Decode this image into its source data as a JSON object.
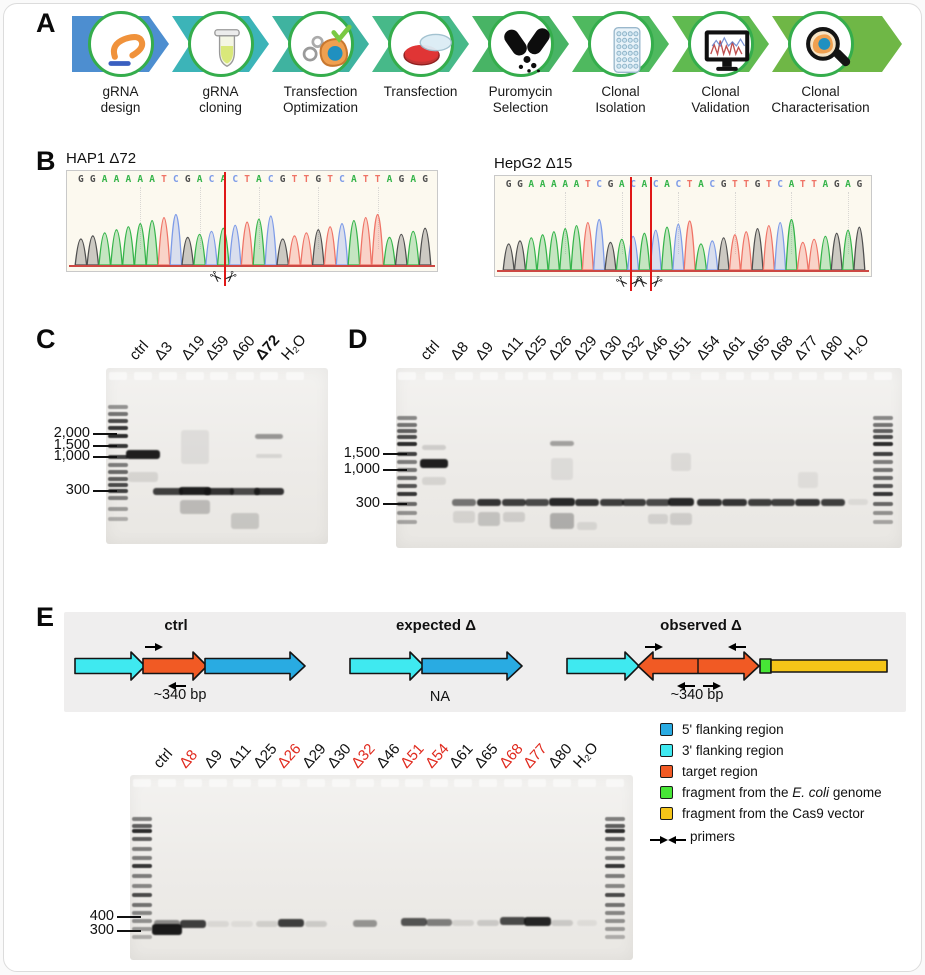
{
  "panel_labels": {
    "a": "A",
    "b": "B",
    "c": "C",
    "d": "D",
    "e": "E"
  },
  "workflow": {
    "steps": [
      {
        "icon": "grna-design-icon",
        "lines": [
          "gRNA",
          "design"
        ]
      },
      {
        "icon": "grna-cloning-icon",
        "lines": [
          "gRNA",
          "cloning"
        ]
      },
      {
        "icon": "transfection-optimization-icon",
        "lines": [
          "Transfection",
          "Optimization"
        ]
      },
      {
        "icon": "transfection-icon",
        "lines": [
          "Transfection"
        ]
      },
      {
        "icon": "puromycin-selection-icon",
        "lines": [
          "Puromycin",
          "Selection"
        ]
      },
      {
        "icon": "clonal-isolation-icon",
        "lines": [
          "Clonal",
          "Isolation"
        ]
      },
      {
        "icon": "clonal-validation-icon",
        "lines": [
          "Clonal",
          "Validation"
        ]
      },
      {
        "icon": "clonal-characterisation-icon",
        "lines": [
          "Clonal",
          "Characterisation"
        ]
      }
    ],
    "colors": [
      "#4d8ed0",
      "#3cb4b8",
      "#3fb3a0",
      "#47b989",
      "#48b465",
      "#4fb95f",
      "#60ba50",
      "#6fb746"
    ]
  },
  "chromatograms": {
    "base_colors": {
      "A": "#35b44a",
      "C": "#7d9be8",
      "G": "#4f4f4f",
      "T": "#ef7366"
    },
    "samples": [
      {
        "title": "HAP1 Δ72",
        "sequence": "GGAAAAATCGACACTACGTTGTCATTAGAG",
        "cut_fracs": [
          0.42
        ]
      },
      {
        "title": "HepG2 Δ15",
        "sequence": "GGAAAAATCGACACACTACGTTGTCATTAGAG",
        "cut_fracs": [
          0.353,
          0.409
        ]
      }
    ]
  },
  "gel_c": {
    "markers": [
      {
        "label": "2,000",
        "y": 0.375
      },
      {
        "label": "1,500",
        "y": 0.445
      },
      {
        "label": "1,000",
        "y": 0.505
      },
      {
        "label": "300",
        "y": 0.7
      }
    ],
    "ladders": [
      0.055
    ],
    "lanes": [
      {
        "label": "ctrl",
        "x": 0.165,
        "bands": [
          {
            "y": 0.49,
            "o": 0.95,
            "h": 9,
            "w": 34
          },
          {
            "y": 0.62,
            "o": 0.1,
            "h": 10,
            "w": 30
          }
        ]
      },
      {
        "label": "Δ3",
        "x": 0.28,
        "bands": [
          {
            "y": 0.7,
            "o": 0.8,
            "h": 7,
            "w": 30
          }
        ]
      },
      {
        "label": "Δ19",
        "x": 0.4,
        "bands": [
          {
            "y": 0.7,
            "o": 0.95,
            "h": 8,
            "w": 32
          },
          {
            "y": 0.79,
            "o": 0.22,
            "h": 14,
            "w": 30
          },
          {
            "y": 0.45,
            "o": 0.07,
            "h": 34,
            "w": 28
          }
        ]
      },
      {
        "label": "Δ59",
        "x": 0.51,
        "bands": [
          {
            "y": 0.7,
            "o": 0.85,
            "h": 7,
            "w": 30
          }
        ]
      },
      {
        "label": "Δ60",
        "x": 0.625,
        "bands": [
          {
            "y": 0.7,
            "o": 0.75,
            "h": 7,
            "w": 30
          },
          {
            "y": 0.87,
            "o": 0.16,
            "h": 16,
            "w": 28
          }
        ]
      },
      {
        "label": "Δ72",
        "bold": true,
        "x": 0.735,
        "bands": [
          {
            "y": 0.7,
            "o": 0.85,
            "h": 7,
            "w": 30
          },
          {
            "y": 0.39,
            "o": 0.4,
            "h": 5,
            "w": 28
          },
          {
            "y": 0.5,
            "o": 0.1,
            "h": 4,
            "w": 26
          }
        ]
      },
      {
        "label": "H₂O",
        "x": 0.85,
        "bands": []
      }
    ]
  },
  "gel_d": {
    "markers": [
      {
        "label": "1,500",
        "y": 0.48
      },
      {
        "label": "1,000",
        "y": 0.565
      },
      {
        "label": "300",
        "y": 0.755
      }
    ],
    "ladders": [
      0.022,
      0.962
    ],
    "lanes": [
      {
        "label": "ctrl",
        "x": 0.075,
        "bands": [
          {
            "y": 0.53,
            "o": 0.95,
            "h": 9,
            "w": 28
          },
          {
            "y": 0.44,
            "o": 0.14,
            "h": 5,
            "w": 24
          },
          {
            "y": 0.63,
            "o": 0.1,
            "h": 8,
            "w": 24
          }
        ]
      },
      {
        "label": "Δ8",
        "x": 0.135,
        "bands": [
          {
            "y": 0.745,
            "o": 0.55,
            "h": 7,
            "w": 24
          },
          {
            "y": 0.83,
            "o": 0.1,
            "h": 12,
            "w": 22
          }
        ]
      },
      {
        "label": "Δ9",
        "x": 0.184,
        "bands": [
          {
            "y": 0.745,
            "o": 0.85,
            "h": 7,
            "w": 24
          },
          {
            "y": 0.84,
            "o": 0.18,
            "h": 14,
            "w": 22
          }
        ]
      },
      {
        "label": "Δ11",
        "x": 0.233,
        "bands": [
          {
            "y": 0.745,
            "o": 0.8,
            "h": 7,
            "w": 24
          },
          {
            "y": 0.83,
            "o": 0.13,
            "h": 10,
            "w": 22
          }
        ]
      },
      {
        "label": "Δ25",
        "x": 0.279,
        "bands": [
          {
            "y": 0.745,
            "o": 0.75,
            "h": 7,
            "w": 24
          }
        ]
      },
      {
        "label": "Δ26",
        "x": 0.329,
        "bands": [
          {
            "y": 0.745,
            "o": 0.9,
            "h": 8,
            "w": 26
          },
          {
            "y": 0.42,
            "o": 0.35,
            "h": 5,
            "w": 24
          },
          {
            "y": 0.85,
            "o": 0.28,
            "h": 16,
            "w": 24
          },
          {
            "y": 0.56,
            "o": 0.07,
            "h": 22,
            "w": 22
          }
        ]
      },
      {
        "label": "Δ29",
        "x": 0.378,
        "bands": [
          {
            "y": 0.745,
            "o": 0.85,
            "h": 7,
            "w": 24
          },
          {
            "y": 0.88,
            "o": 0.09,
            "h": 8,
            "w": 20
          }
        ]
      },
      {
        "label": "Δ30",
        "x": 0.426,
        "bands": [
          {
            "y": 0.745,
            "o": 0.8,
            "h": 7,
            "w": 24
          }
        ]
      },
      {
        "label": "Δ32",
        "x": 0.471,
        "bands": [
          {
            "y": 0.745,
            "o": 0.8,
            "h": 7,
            "w": 24
          }
        ]
      },
      {
        "label": "Δ46",
        "x": 0.517,
        "bands": [
          {
            "y": 0.745,
            "o": 0.75,
            "h": 7,
            "w": 24
          },
          {
            "y": 0.84,
            "o": 0.11,
            "h": 10,
            "w": 20
          }
        ]
      },
      {
        "label": "Δ51",
        "x": 0.564,
        "bands": [
          {
            "y": 0.745,
            "o": 0.9,
            "h": 8,
            "w": 26
          },
          {
            "y": 0.52,
            "o": 0.08,
            "h": 18,
            "w": 20
          },
          {
            "y": 0.84,
            "o": 0.13,
            "h": 12,
            "w": 22
          }
        ]
      },
      {
        "label": "Δ54",
        "x": 0.62,
        "bands": [
          {
            "y": 0.745,
            "o": 0.85,
            "h": 7,
            "w": 25
          }
        ]
      },
      {
        "label": "Δ61",
        "x": 0.669,
        "bands": [
          {
            "y": 0.745,
            "o": 0.85,
            "h": 7,
            "w": 25
          }
        ]
      },
      {
        "label": "Δ65",
        "x": 0.719,
        "bands": [
          {
            "y": 0.745,
            "o": 0.8,
            "h": 7,
            "w": 24
          }
        ]
      },
      {
        "label": "Δ68",
        "x": 0.764,
        "bands": [
          {
            "y": 0.745,
            "o": 0.8,
            "h": 7,
            "w": 24
          }
        ]
      },
      {
        "label": "Δ77",
        "x": 0.814,
        "bands": [
          {
            "y": 0.745,
            "o": 0.85,
            "h": 7,
            "w": 25
          },
          {
            "y": 0.62,
            "o": 0.06,
            "h": 16,
            "w": 20
          }
        ]
      },
      {
        "label": "Δ80",
        "x": 0.863,
        "bands": [
          {
            "y": 0.745,
            "o": 0.8,
            "h": 7,
            "w": 24
          }
        ]
      },
      {
        "label": "H₂O",
        "x": 0.913,
        "bands": [
          {
            "y": 0.745,
            "o": 0.07,
            "h": 6,
            "w": 20
          }
        ]
      }
    ]
  },
  "schematic": {
    "constructs": [
      {
        "title": "ctrl",
        "caption": "~340 bp"
      },
      {
        "title": "expected Δ",
        "caption": "NA"
      },
      {
        "title": "observed Δ",
        "caption": "~340 bp"
      }
    ],
    "colors": {
      "flank5": "#29abe2",
      "flank3": "#3fe9f0",
      "target": "#f15a24",
      "ecoli": "#47e636",
      "cas9": "#f5c518"
    }
  },
  "legend": {
    "items": [
      {
        "swatch": "#29abe2",
        "label": "5' flanking region"
      },
      {
        "swatch": "#3fe9f0",
        "label": "3' flanking region"
      },
      {
        "swatch": "#f15a24",
        "label": "target region"
      },
      {
        "swatch": "#47e636",
        "pre": "fragment from the ",
        "italic": "E. coli",
        "post": " genome"
      },
      {
        "swatch": "#f5c518",
        "label": "fragment from the Cas9 vector"
      },
      {
        "primers": true,
        "label": "primers"
      }
    ]
  },
  "gel_e": {
    "markers": [
      {
        "label": "400",
        "y": 0.765
      },
      {
        "label": "300",
        "y": 0.845
      }
    ],
    "ladders": [
      0.024,
      0.965
    ],
    "lanes": [
      {
        "label": "ctrl",
        "x": 0.073,
        "bands": [
          {
            "y": 0.835,
            "o": 0.97,
            "h": 11,
            "w": 30
          },
          {
            "y": 0.8,
            "o": 0.45,
            "h": 6,
            "w": 26
          }
        ]
      },
      {
        "label": "Δ8",
        "red": true,
        "x": 0.125,
        "bands": [
          {
            "y": 0.805,
            "o": 0.8,
            "h": 8,
            "w": 26
          }
        ]
      },
      {
        "label": "Δ9",
        "x": 0.174,
        "bands": [
          {
            "y": 0.805,
            "o": 0.08,
            "h": 6,
            "w": 22
          }
        ]
      },
      {
        "label": "Δ11",
        "x": 0.223,
        "bands": [
          {
            "y": 0.805,
            "o": 0.06,
            "h": 6,
            "w": 22
          }
        ]
      },
      {
        "label": "Δ25",
        "x": 0.272,
        "bands": [
          {
            "y": 0.805,
            "o": 0.12,
            "h": 6,
            "w": 22
          }
        ]
      },
      {
        "label": "Δ26",
        "red": true,
        "x": 0.321,
        "bands": [
          {
            "y": 0.8,
            "o": 0.8,
            "h": 8,
            "w": 26
          }
        ]
      },
      {
        "label": "Δ29",
        "x": 0.37,
        "bands": [
          {
            "y": 0.805,
            "o": 0.14,
            "h": 6,
            "w": 22
          }
        ]
      },
      {
        "label": "Δ30",
        "x": 0.419,
        "bands": []
      },
      {
        "label": "Δ32",
        "red": true,
        "x": 0.468,
        "bands": [
          {
            "y": 0.8,
            "o": 0.4,
            "h": 7,
            "w": 24
          }
        ]
      },
      {
        "label": "Δ46",
        "x": 0.516,
        "bands": []
      },
      {
        "label": "Δ51",
        "red": true,
        "x": 0.565,
        "bands": [
          {
            "y": 0.795,
            "o": 0.7,
            "h": 8,
            "w": 26
          }
        ]
      },
      {
        "label": "Δ54",
        "red": true,
        "x": 0.614,
        "bands": [
          {
            "y": 0.795,
            "o": 0.5,
            "h": 7,
            "w": 26
          }
        ]
      },
      {
        "label": "Δ61",
        "x": 0.663,
        "bands": [
          {
            "y": 0.8,
            "o": 0.1,
            "h": 6,
            "w": 22
          }
        ]
      },
      {
        "label": "Δ65",
        "x": 0.712,
        "bands": [
          {
            "y": 0.8,
            "o": 0.15,
            "h": 6,
            "w": 22
          }
        ]
      },
      {
        "label": "Δ68",
        "red": true,
        "x": 0.761,
        "bands": [
          {
            "y": 0.79,
            "o": 0.75,
            "h": 8,
            "w": 26
          }
        ]
      },
      {
        "label": "Δ77",
        "red": true,
        "x": 0.81,
        "bands": [
          {
            "y": 0.79,
            "o": 0.92,
            "h": 9,
            "w": 27
          }
        ]
      },
      {
        "label": "Δ80",
        "x": 0.859,
        "bands": [
          {
            "y": 0.8,
            "o": 0.15,
            "h": 6,
            "w": 22
          }
        ]
      },
      {
        "label": "H₂O",
        "x": 0.908,
        "bands": [
          {
            "y": 0.8,
            "o": 0.06,
            "h": 6,
            "w": 20
          }
        ]
      }
    ]
  }
}
